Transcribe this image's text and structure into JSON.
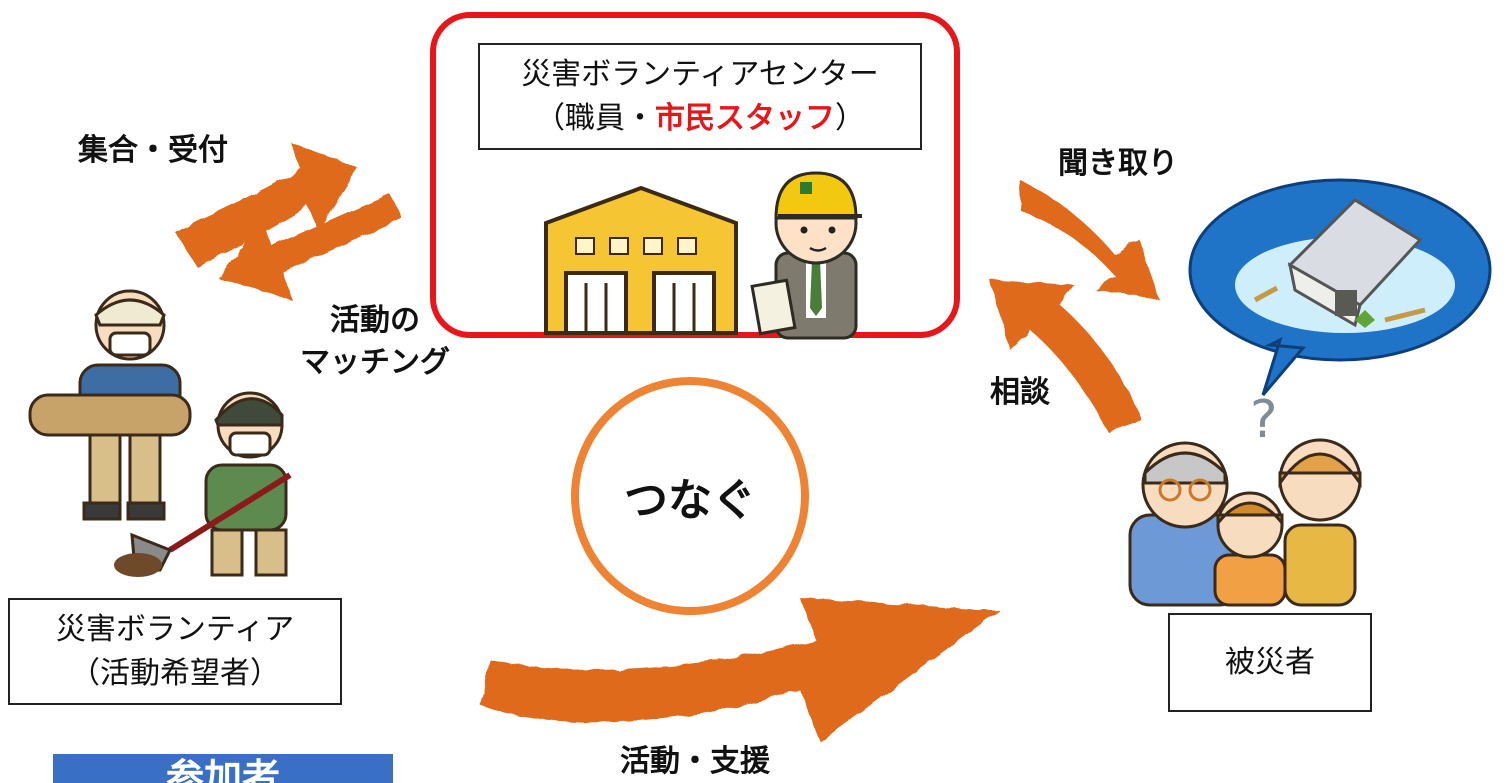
{
  "center": {
    "title": "災害ボランティアセンター",
    "sub_open": "（職員・",
    "sub_highlight": "市民スタッフ",
    "sub_close": "）",
    "highlight_color": "#e8151b"
  },
  "volunteer": {
    "line1": "災害ボランティア",
    "line2": "（活動希望者）"
  },
  "victim": {
    "label": "被災者"
  },
  "hub": {
    "label": "つなぐ"
  },
  "arrows": {
    "gather": "集合・受付",
    "matching_line1": "活動の",
    "matching_line2": "マッチング",
    "hearing": "聞き取り",
    "consult": "相談",
    "support": "活動・支援"
  },
  "footer": {
    "banner_label": "参加者"
  },
  "colors": {
    "arrow": "#e06a1f",
    "circle": "#ef8334",
    "banner": "#3a6fc6",
    "bubble": "#1f74c7"
  }
}
